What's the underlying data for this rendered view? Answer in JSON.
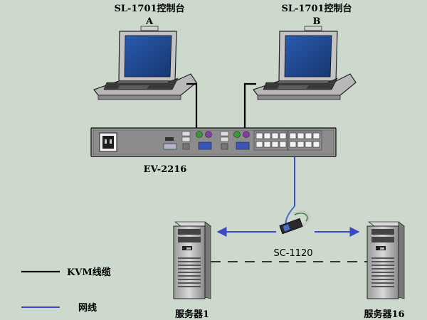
{
  "console_a": {
    "model": "SL-1701控制台",
    "letter": "A"
  },
  "console_b": {
    "model": "SL-1701控制台",
    "letter": "B"
  },
  "switch": {
    "model": "EV-2216"
  },
  "adapter": {
    "model": "SC-1120"
  },
  "server_1": {
    "label": "服务器1"
  },
  "server_16": {
    "label": "服务器16"
  },
  "legend": {
    "kvm_cable": "KVM线缆",
    "network_cable": "网线"
  },
  "colors": {
    "background": "#ccd9cc",
    "kvm_cable": "#000000",
    "network_cable": "#3b48c8",
    "screen": "#1e4a9c"
  }
}
